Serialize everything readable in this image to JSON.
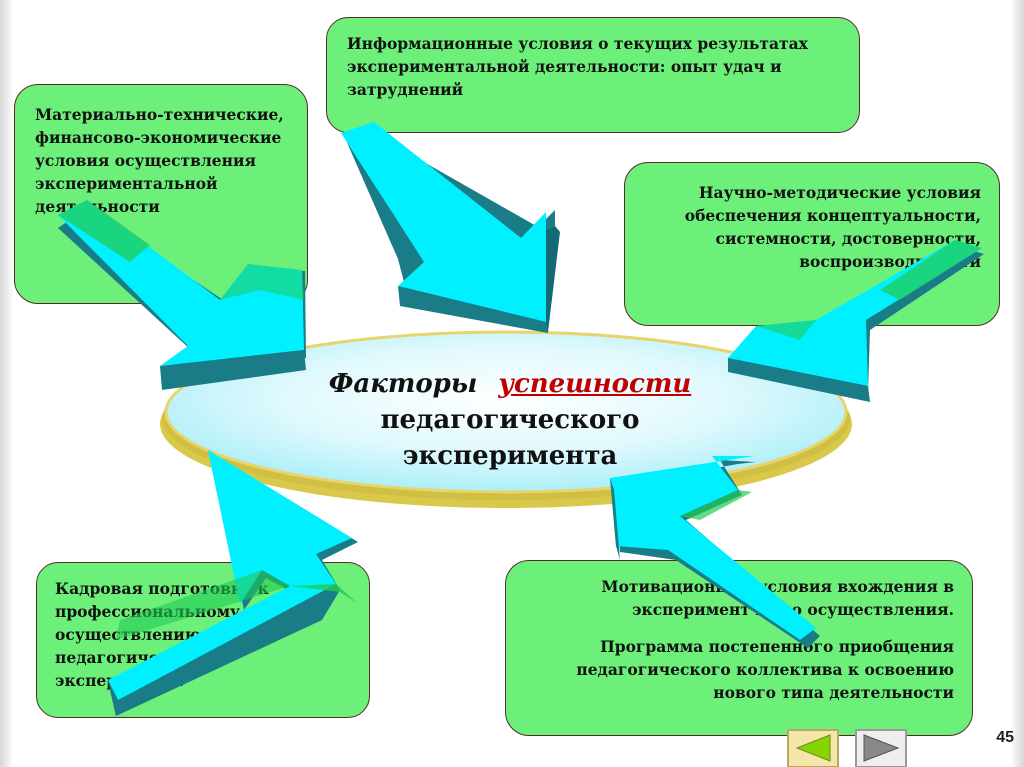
{
  "title": {
    "prefix": "Факторы",
    "highlight": "успешности",
    "line2": "педагогического",
    "line3": "эксперимента"
  },
  "boxes": {
    "informational": "Информационные условия о текущих результатах экспериментальной деятельности: опыт удач и затруднений",
    "material": "Материально-технические, финансово-экономические условия осуществления экспериментальной деятельности",
    "scientific": "Научно-методические условия обеспечения концептуальности, системности, достоверности, воспроизводимости",
    "personnel": "Кадровая подготовка к профессиональному осуществлению педагогического эксперимента",
    "motivational_1": "Мотивационные условия вхождения в эксперимент и его осуществления.",
    "motivational_2": "Программа постепенного приобщения педагогического коллектива к освоению нового типа деятельности"
  },
  "page_number": "45",
  "colors": {
    "box_fill": "#6cf07a",
    "box_border": "#5a2a2a",
    "arrow_fill": "#00f0ff",
    "arrow_side": "#1a7c86",
    "arrow_overlay": "#22cc55",
    "ellipse_fill": "#bff3fb",
    "ellipse_gold": "#d9c84a",
    "highlight_text": "#c00000"
  },
  "nav": {
    "prev_icon": "triangle-left-icon",
    "next_icon": "triangle-right-icon"
  }
}
